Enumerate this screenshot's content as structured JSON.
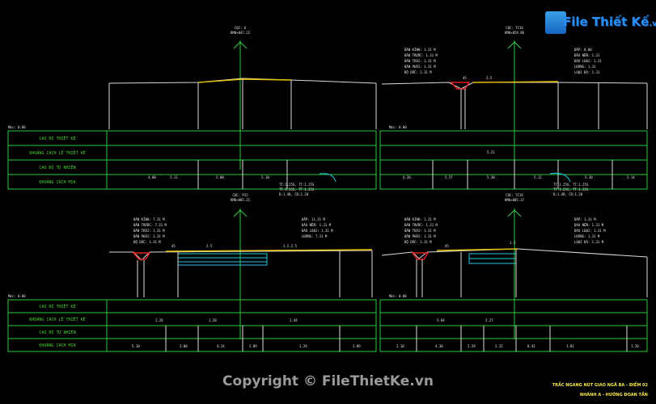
{
  "watermark": {
    "logo_text": "File Thiết Kế",
    "logo_domain": ".vn",
    "copyright": "Copyright © FileThietKe.vn"
  },
  "title_block": {
    "line1": "TRẮC NGANG NÚT GIAO NGÃ BA - ĐIỂM 02",
    "line2": "NHÁNH A - HƯỚNG ĐOAN TẦN"
  },
  "colors": {
    "background": "#000000",
    "grid": "#2ecc40",
    "text": "#e8e8e8",
    "road": "#e6c200",
    "culvert": "#e02020"
  },
  "row_labels": [
    "CAO ĐỘ THIẾT KẾ",
    "KHOẢNG CÁCH LỀ THIẾT KẾ",
    "CAO ĐỘ TỰ NHIÊN",
    "KHOẢNG CÁCH MIA"
  ],
  "datum": "Mức: 0.00",
  "sections": [
    {
      "stake": "CỌC: 6",
      "station": "KM0+047.22",
      "mia": [
        "4.80",
        "5.11",
        "5.00",
        "5.10"
      ]
    },
    {
      "stake": "CỌC: TC16",
      "station": "KM0+059.86",
      "info_left": [
        "BÁN KÍNH: 1.31 M",
        "BÁN TRƯỚC: 1.31 M",
        "BÁN TRÁI: 1.31 M",
        "BÁN PHẢI: 1.31 M",
        "ĐỘ DỐC: 1.31 M"
      ],
      "info_right": [
        "ĐẮP: 0.00",
        "ĐÀO NỀN: 1.31",
        "ĐÀO LOẠI: 1.31",
        "LƯƠNG: 1.31",
        "LOẠI ĐÁ: 1.31"
      ],
      "labels": [
        "45",
        "2.5"
      ],
      "design": "5.21",
      "mia": [
        "4.20",
        "5.57",
        "5.30",
        "5.12",
        "5.30",
        "2.14"
      ],
      "curve": [
        "TT:1.25S, TT:1.25S",
        "TT:1.25S, TT:1.25S",
        "D:1.40, CD:1.20"
      ]
    },
    {
      "stake": "CỌC: P15",
      "station": "KM0+085.21",
      "info_left": [
        "BÁN KÍNH: 7.31 M",
        "BÁN TRƯỚC: 7.31 M",
        "BÁN TRÁI: 1.31 M",
        "BÁN PHẢI: 1.31 M",
        "ĐỘ DỐC: 1.31 M"
      ],
      "info_right": [
        "ĐẮP: 11.31 M",
        "ĐÀO NỀN: 1.31 M",
        "ĐÀO LOẠI: 1.31 M",
        "LƯƠNG: 7.31 M"
      ],
      "labels": [
        "45",
        "2.5",
        "1.2.2.5"
      ],
      "curve": [
        "TT:1.25S, TT:1.25S",
        "TT:1.25S, TT:1.25S",
        "D:1.40, CD:1.20"
      ],
      "design_dist": [
        "2.28",
        "1.20",
        "1.44"
      ],
      "mia": [
        "5.10",
        "3.00",
        "4.24",
        "2.89",
        "1.29",
        "2.89"
      ]
    },
    {
      "stake": "CỌC: TC16",
      "station": "KM0+085.37",
      "info_left": [
        "BÁN KÍNH: 1.31 M",
        "BÁN TRƯỚC: 1.31 M",
        "BÁN TRÁI: 1.31 M",
        "BÁN PHẢI: 1.31 M",
        "ĐỘ DỐC: 1.31 M"
      ],
      "info_right": [
        "ĐẮP: 1.31 M",
        "ĐÀO NỀN: 1.31 M",
        "ĐÀO LOẠI: 1.31 M",
        "LƯƠNG: 1.31 M",
        "LOẠI ĐÁ: 1.31 M"
      ],
      "labels": [
        "45",
        "1.2"
      ],
      "design_dist": [
        "5.84",
        "2.27"
      ],
      "mia": [
        "2.10",
        "4.30",
        "2.29",
        "2.32",
        "0.41",
        "1.81",
        "1.20"
      ]
    }
  ]
}
